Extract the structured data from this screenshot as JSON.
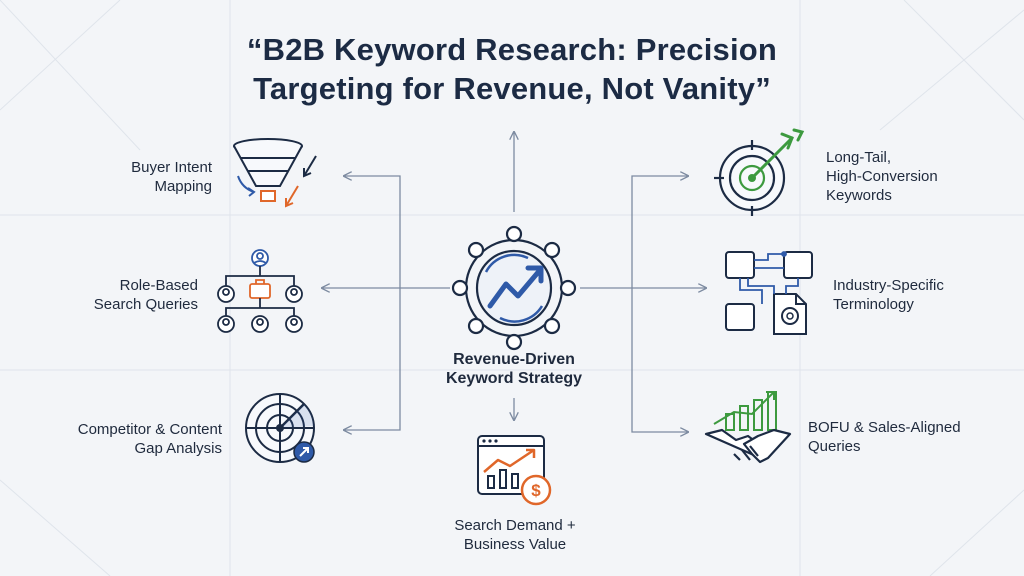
{
  "title": {
    "line1": "“B2B Keyword Research: Precision",
    "line2": "Targeting for Revenue, Not Vanity”"
  },
  "center": {
    "line1": "Revenue-Driven",
    "line2": "Keyword Strategy"
  },
  "nodes": {
    "buyer_intent": {
      "line1": "Buyer Intent",
      "line2": "Mapping"
    },
    "role_based": {
      "line1": "Role-Based",
      "line2": "Search Queries"
    },
    "competitor_gap": {
      "line1": "Competitor & Content",
      "line2": "Gap Analysis"
    },
    "long_tail": {
      "line1": "Long-Tail,",
      "line2": "High-Conversion",
      "line3": "Keywords"
    },
    "industry_terms": {
      "line1": "Industry-Specific",
      "line2": "Terminology"
    },
    "bofu": {
      "line1": "BOFU & Sales-Aligned",
      "line2": "Queries"
    },
    "search_demand": {
      "line1": "Search Demand +",
      "line2": "Business Value"
    }
  },
  "colors": {
    "navy": "#1c2b44",
    "accent_blue": "#2f5aa8",
    "accent_orange": "#e0672a",
    "accent_green": "#3d9a3f",
    "connector": "#7d8ba1"
  }
}
